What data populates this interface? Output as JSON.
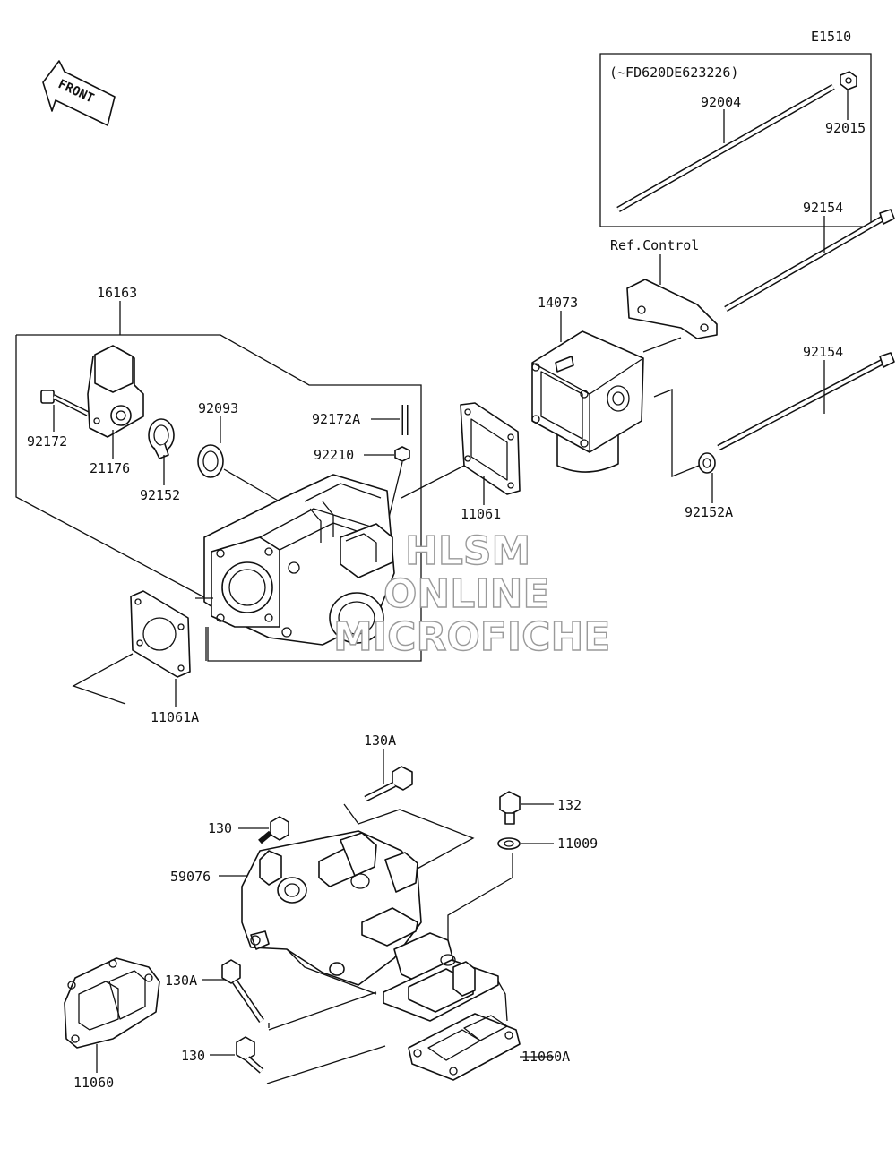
{
  "diagram_code": "E1510",
  "front_label": "FRONT",
  "inset": {
    "serial_note": "(~FD620DE623226)",
    "parts": [
      "92004",
      "92015"
    ]
  },
  "ref_label": "Ref.Control",
  "part_labels": {
    "p16163": "16163",
    "p92172": "92172",
    "p21176": "21176",
    "p92152": "92152",
    "p92093": "92093",
    "p92172A": "92172A",
    "p92210": "92210",
    "p11061": "11061",
    "p11061A": "11061A",
    "p14073": "14073",
    "p92154a": "92154",
    "p92154b": "92154",
    "p92152A": "92152A",
    "p130A_top": "130A",
    "p130_top": "130",
    "p59076": "59076",
    "p132": "132",
    "p11009": "11009",
    "p130A_bot": "130A",
    "p130_bot": "130",
    "p11060": "11060",
    "p11060A": "11060A"
  },
  "watermark": {
    "line1": "HLSM",
    "line2": "ONLINE",
    "line3": "MICROFICHE"
  }
}
